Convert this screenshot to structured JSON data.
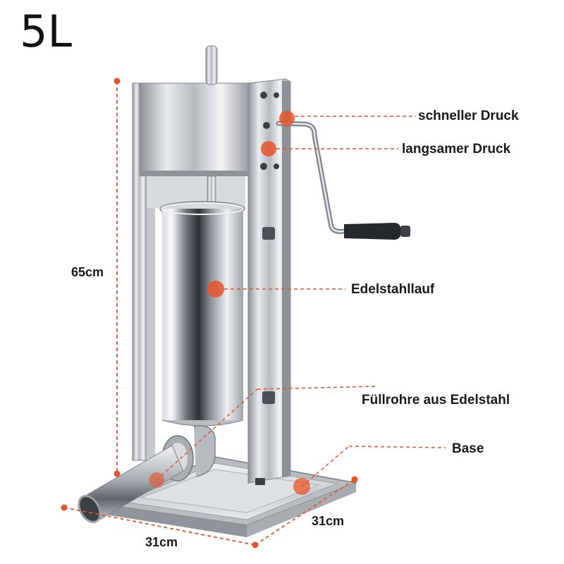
{
  "title": "5L",
  "labels": {
    "fast_pressure": "schneller Druck",
    "slow_pressure": "langsamer Druck",
    "barrel": "Edelstahllauf",
    "filling_tubes": "Füllrohre aus Edelstahl",
    "base": "Base"
  },
  "dimensions": {
    "height": "65cm",
    "width": "31cm",
    "depth": "31cm"
  },
  "colors": {
    "accent": "#e8542a",
    "leader": "#e8542a",
    "text": "#1a1a1a"
  }
}
